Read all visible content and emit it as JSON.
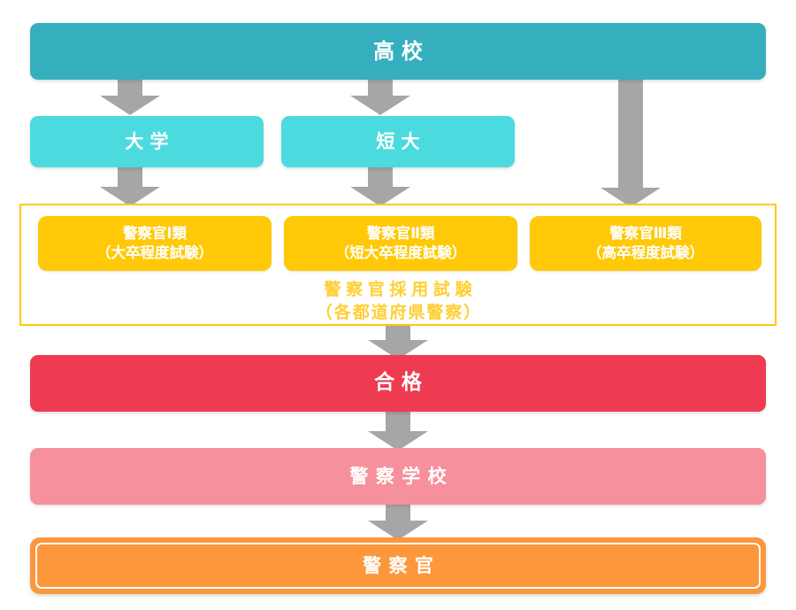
{
  "diagram": {
    "title_node": {
      "label": "高校",
      "color": "#35afbe"
    },
    "education_nodes": [
      {
        "id": "university",
        "label": "大学",
        "color": "#4bdbde"
      },
      {
        "id": "junior-college",
        "label": "短大",
        "color": "#4bdbde"
      }
    ],
    "exam_group": {
      "border_color": "#ffc907",
      "boxes": [
        {
          "id": "class-1",
          "line1": "警察官Ⅰ類",
          "line2": "（大卒程度試験）",
          "color": "#ffc907"
        },
        {
          "id": "class-2",
          "line1": "警察官Ⅱ類",
          "line2": "（短大卒程度試験）",
          "color": "#ffc907"
        },
        {
          "id": "class-3",
          "line1": "警察官Ⅲ類",
          "line2": "（高卒程度試験）",
          "color": "#ffc907"
        }
      ],
      "caption_line1": "警察官採用試験",
      "caption_line2": "（各都道府県警察）",
      "caption_color": "#ffcf33"
    },
    "result_nodes": [
      {
        "id": "pass",
        "label": "合格",
        "color": "#ef3b51"
      },
      {
        "id": "police-academy",
        "label": "警察学校",
        "color": "#f6909c"
      },
      {
        "id": "police-officer",
        "label": "警察官",
        "color": "#fc973c"
      }
    ],
    "arrow_color": "#a6a6a6"
  }
}
